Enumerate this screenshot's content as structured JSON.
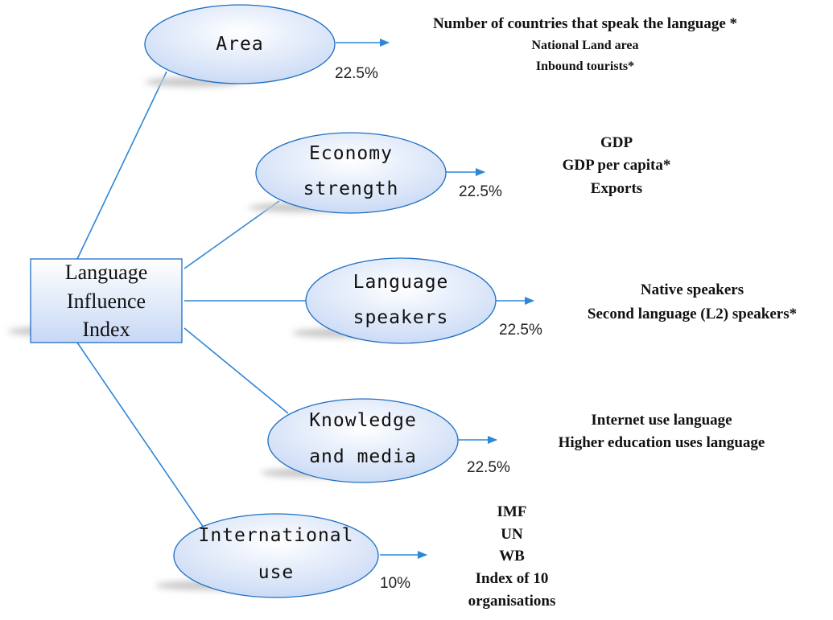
{
  "root": {
    "lines": [
      "Language",
      "Influence",
      "Index"
    ]
  },
  "dimensions": [
    {
      "id": "area",
      "lines": [
        "Area"
      ],
      "weight": "22.5%",
      "indicators": [
        "Number of countries that speak the language *",
        "National Land area",
        "Inbound tourists*"
      ]
    },
    {
      "id": "economy",
      "lines": [
        "Economy",
        "strength"
      ],
      "weight": "22.5%",
      "indicators": [
        "GDP",
        "GDP per capita*",
        "Exports"
      ]
    },
    {
      "id": "speakers",
      "lines": [
        "Language",
        "speakers"
      ],
      "weight": "22.5%",
      "indicators": [
        "Native speakers",
        "Second language (L2) speakers*"
      ]
    },
    {
      "id": "knowledge",
      "lines": [
        "Knowledge",
        "and media"
      ],
      "weight": "22.5%",
      "indicators": [
        "Internet use language",
        "Higher education uses language"
      ]
    },
    {
      "id": "international",
      "lines": [
        "International",
        "use"
      ],
      "weight": "10%",
      "indicators": [
        "IMF",
        "UN",
        "WB",
        "Index of 10",
        "organisations"
      ]
    }
  ],
  "colors": {
    "line": "#2e86d6",
    "node_border": "#1f6fc2",
    "node_fill_light": "#ffffff",
    "node_fill_dark": "#c7d8f5",
    "shadow": "#c9c9c9"
  }
}
